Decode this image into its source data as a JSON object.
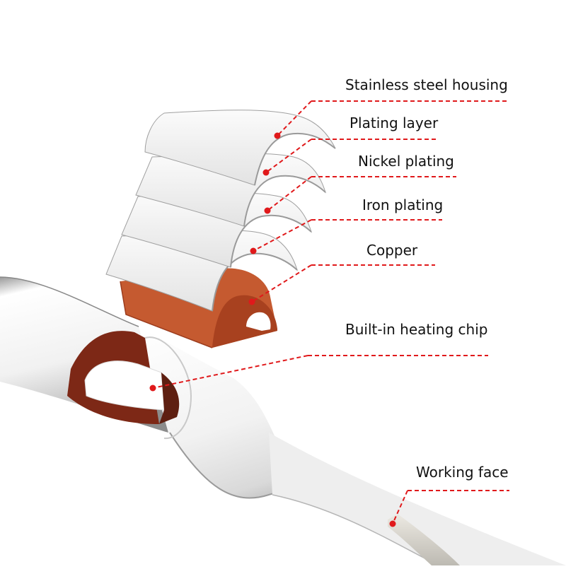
{
  "labels": {
    "stainless_steel_housing": "Stainless steel housing",
    "plating_layer": "Plating layer",
    "nickel_plating": "Nickel plating",
    "iron_plating": "Iron plating",
    "copper": "Copper",
    "heating_chip": "Built-in heating chip",
    "working_face": "Working face"
  },
  "colors": {
    "leader_line": "#e0191b",
    "copper": "#c8582f",
    "copper_dark": "#8a2f1c",
    "housing": "#f4f4f4",
    "tip": "#d6d4cd"
  }
}
